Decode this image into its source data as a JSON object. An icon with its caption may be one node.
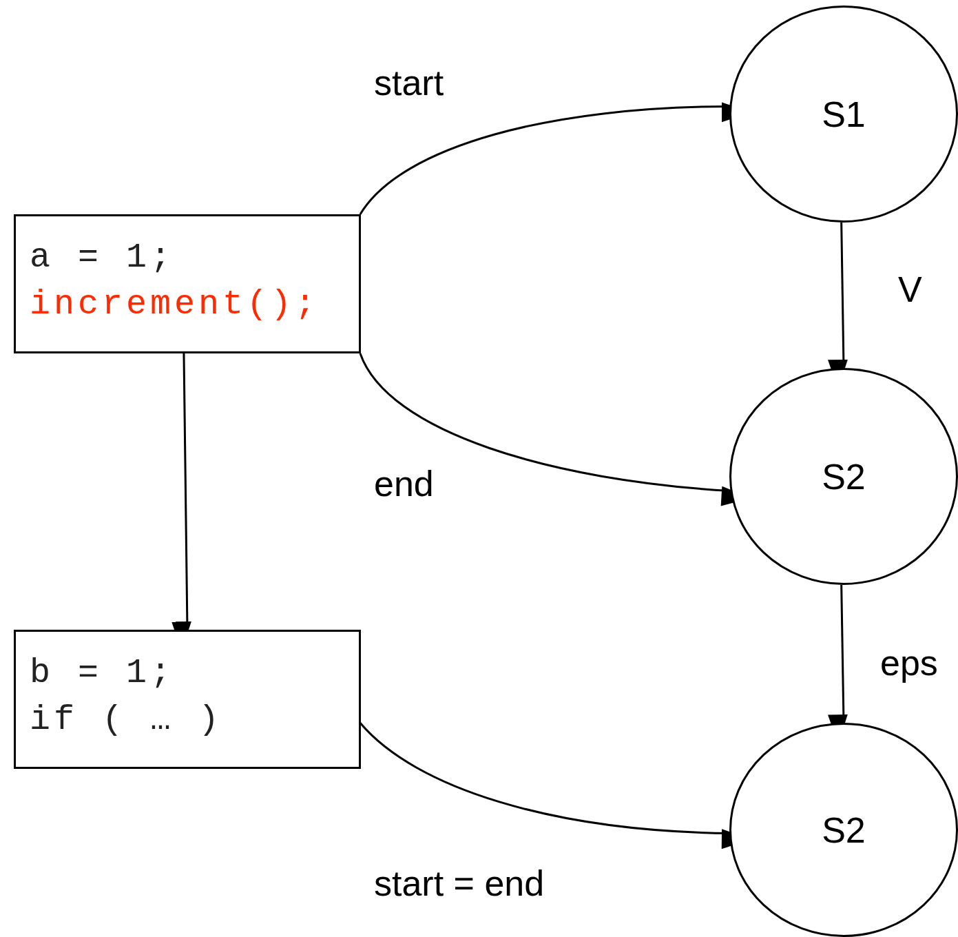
{
  "diagram": {
    "nodes": [
      {
        "text": [
          "a = 1;",
          "increment();"
        ]
      },
      {
        "text": [
          "b = 1;",
          "if ( … )"
        ]
      },
      {
        "text": [
          "S1"
        ]
      },
      {
        "text": [
          "S2"
        ]
      },
      {
        "text": [
          "S2"
        ]
      }
    ],
    "edges": [
      {
        "from": 0,
        "to": 2,
        "arrow": "to",
        "label": "start"
      },
      {
        "from": 0,
        "to": 3,
        "arrow": "to",
        "label": "end"
      },
      {
        "from": 0,
        "to": 1,
        "arrow": "to"
      },
      {
        "from": 2,
        "to": 3,
        "arrow": "to",
        "label": "V"
      },
      {
        "from": 3,
        "to": 4,
        "arrow": "to",
        "label": "eps"
      },
      {
        "from": 1,
        "to": 4,
        "arrow": "to",
        "label": "start = end"
      }
    ]
  }
}
